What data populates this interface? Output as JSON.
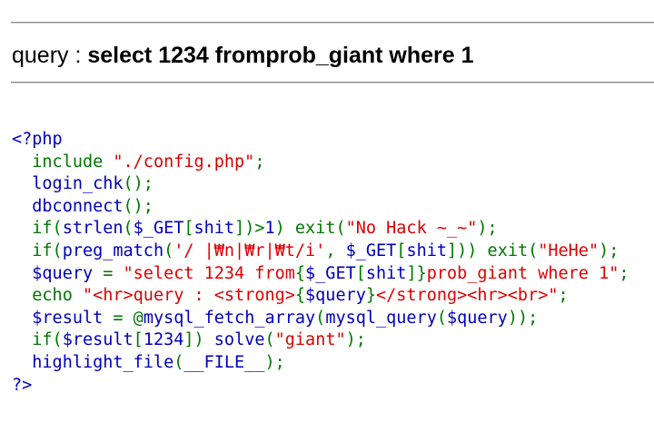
{
  "query_prefix": "query : ",
  "query_value": "select 1234 fromprob_giant where 1",
  "colors": {
    "default": "#0000BB",
    "keyword": "#007700",
    "string": "#DD0000"
  },
  "code_lines": [
    [
      {
        "c": "default",
        "t": "<?php"
      }
    ],
    [
      {
        "c": "default",
        "t": "  "
      },
      {
        "c": "keyword",
        "t": "include "
      },
      {
        "c": "string",
        "t": "\"./config.php\""
      },
      {
        "c": "keyword",
        "t": ";"
      }
    ],
    [
      {
        "c": "default",
        "t": "  login_chk"
      },
      {
        "c": "keyword",
        "t": "();"
      }
    ],
    [
      {
        "c": "default",
        "t": "  dbconnect"
      },
      {
        "c": "keyword",
        "t": "();"
      }
    ],
    [
      {
        "c": "default",
        "t": "  "
      },
      {
        "c": "keyword",
        "t": "if("
      },
      {
        "c": "default",
        "t": "strlen"
      },
      {
        "c": "keyword",
        "t": "("
      },
      {
        "c": "default",
        "t": "$_GET"
      },
      {
        "c": "keyword",
        "t": "["
      },
      {
        "c": "default",
        "t": "shit"
      },
      {
        "c": "keyword",
        "t": "])>"
      },
      {
        "c": "default",
        "t": "1"
      },
      {
        "c": "keyword",
        "t": ") exit("
      },
      {
        "c": "string",
        "t": "\"No Hack ~_~\""
      },
      {
        "c": "keyword",
        "t": ");"
      }
    ],
    [
      {
        "c": "default",
        "t": "  "
      },
      {
        "c": "keyword",
        "t": "if("
      },
      {
        "c": "default",
        "t": "preg_match"
      },
      {
        "c": "keyword",
        "t": "("
      },
      {
        "c": "string",
        "t": "'/ |₩n|₩r|₩t/i'"
      },
      {
        "c": "keyword",
        "t": ", "
      },
      {
        "c": "default",
        "t": "$_GET"
      },
      {
        "c": "keyword",
        "t": "["
      },
      {
        "c": "default",
        "t": "shit"
      },
      {
        "c": "keyword",
        "t": "])) exit("
      },
      {
        "c": "string",
        "t": "\"HeHe\""
      },
      {
        "c": "keyword",
        "t": ");"
      }
    ],
    [
      {
        "c": "default",
        "t": "  $query "
      },
      {
        "c": "keyword",
        "t": "= "
      },
      {
        "c": "string",
        "t": "\"select 1234 from"
      },
      {
        "c": "keyword",
        "t": "{"
      },
      {
        "c": "default",
        "t": "$_GET"
      },
      {
        "c": "keyword",
        "t": "["
      },
      {
        "c": "default",
        "t": "shit"
      },
      {
        "c": "keyword",
        "t": "]}"
      },
      {
        "c": "string",
        "t": "prob_giant where 1\""
      },
      {
        "c": "keyword",
        "t": ";"
      }
    ],
    [
      {
        "c": "default",
        "t": "  "
      },
      {
        "c": "keyword",
        "t": "echo "
      },
      {
        "c": "string",
        "t": "\"<hr>query : <strong>"
      },
      {
        "c": "keyword",
        "t": "{"
      },
      {
        "c": "default",
        "t": "$query"
      },
      {
        "c": "keyword",
        "t": "}"
      },
      {
        "c": "string",
        "t": "</strong><hr><br>\""
      },
      {
        "c": "keyword",
        "t": ";"
      }
    ],
    [
      {
        "c": "default",
        "t": "  $result "
      },
      {
        "c": "keyword",
        "t": "= @"
      },
      {
        "c": "default",
        "t": "mysql_fetch_array"
      },
      {
        "c": "keyword",
        "t": "("
      },
      {
        "c": "default",
        "t": "mysql_query"
      },
      {
        "c": "keyword",
        "t": "("
      },
      {
        "c": "default",
        "t": "$query"
      },
      {
        "c": "keyword",
        "t": "));"
      }
    ],
    [
      {
        "c": "default",
        "t": "  "
      },
      {
        "c": "keyword",
        "t": "if("
      },
      {
        "c": "default",
        "t": "$result"
      },
      {
        "c": "keyword",
        "t": "["
      },
      {
        "c": "default",
        "t": "1234"
      },
      {
        "c": "keyword",
        "t": "]) "
      },
      {
        "c": "default",
        "t": "solve"
      },
      {
        "c": "keyword",
        "t": "("
      },
      {
        "c": "string",
        "t": "\"giant\""
      },
      {
        "c": "keyword",
        "t": ");"
      }
    ],
    [
      {
        "c": "default",
        "t": "  highlight_file"
      },
      {
        "c": "keyword",
        "t": "("
      },
      {
        "c": "default",
        "t": "__FILE__"
      },
      {
        "c": "keyword",
        "t": ");"
      }
    ],
    [
      {
        "c": "default",
        "t": "?>"
      }
    ]
  ]
}
